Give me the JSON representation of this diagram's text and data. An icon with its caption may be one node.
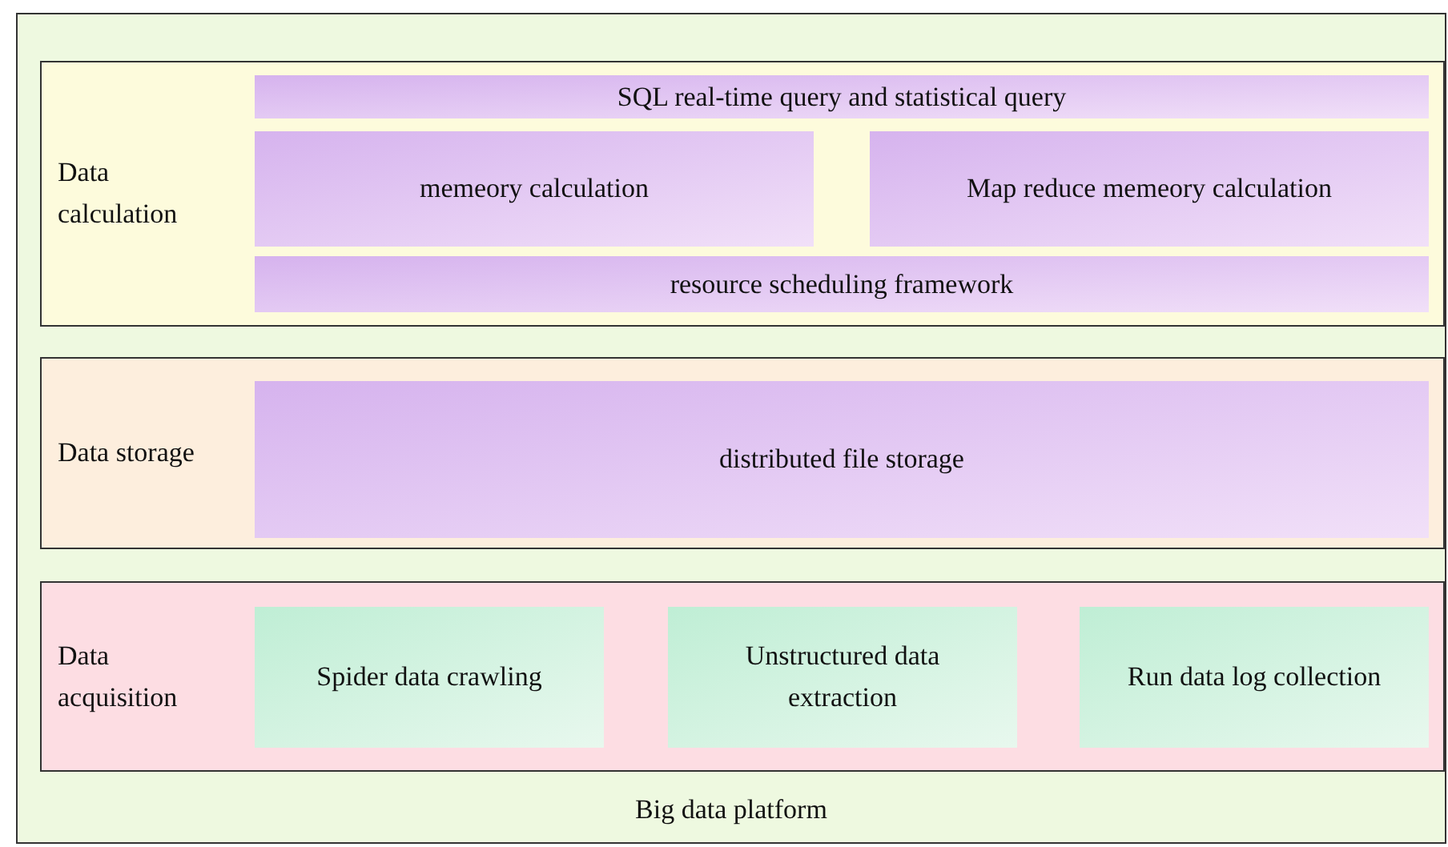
{
  "diagram": {
    "nodes": [
      {
        "text": [
          "Big data platform"
        ]
      },
      {
        "text": [
          "Data calculation"
        ],
        "in": 0
      },
      {
        "text": [
          "SQL real-time query and statistical query"
        ],
        "in": 1
      },
      {
        "text": [
          "memeory calculation"
        ],
        "in": 1
      },
      {
        "text": [
          "Map reduce memeory calculation"
        ],
        "in": 1
      },
      {
        "text": [
          "resource scheduling framework"
        ],
        "in": 1
      },
      {
        "text": [
          "Data storage"
        ],
        "in": 0
      },
      {
        "text": [
          "distributed file storage"
        ],
        "in": 6
      },
      {
        "text": [
          "Data acquisition"
        ],
        "in": 0
      },
      {
        "text": [
          "Spider data crawling"
        ],
        "in": 8
      },
      {
        "text": [
          "Unstructured data extraction"
        ],
        "in": 8
      },
      {
        "text": [
          "Run data log collection"
        ],
        "in": 8
      }
    ],
    "edges": []
  }
}
